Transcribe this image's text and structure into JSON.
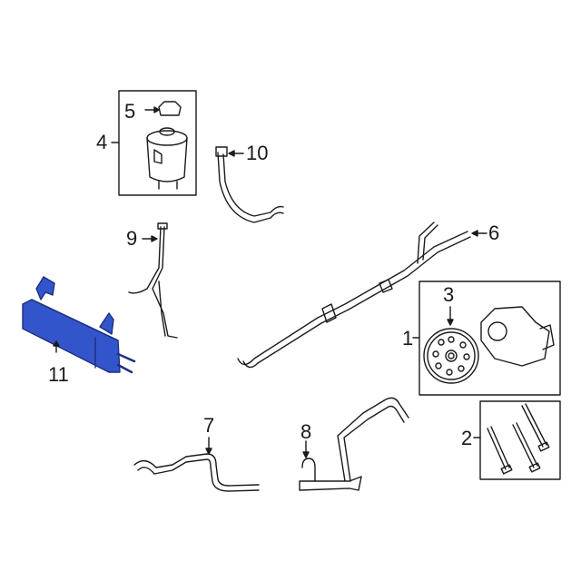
{
  "diagram": {
    "type": "exploded parts diagram",
    "subject": "Power steering system",
    "highlight_color": "#3355cc",
    "line_color": "#1a1a1a",
    "callouts": [
      {
        "number": "1",
        "part": "power steering pump assembly"
      },
      {
        "number": "2",
        "part": "pump mounting bolts"
      },
      {
        "number": "3",
        "part": "pump pulley"
      },
      {
        "number": "4",
        "part": "reservoir assembly"
      },
      {
        "number": "5",
        "part": "reservoir cap"
      },
      {
        "number": "6",
        "part": "pressure hose line"
      },
      {
        "number": "7",
        "part": "return hose"
      },
      {
        "number": "8",
        "part": "hose assembly"
      },
      {
        "number": "9",
        "part": "hose"
      },
      {
        "number": "10",
        "part": "reservoir hose"
      },
      {
        "number": "11",
        "part": "power steering cooler",
        "highlighted": true
      }
    ]
  }
}
